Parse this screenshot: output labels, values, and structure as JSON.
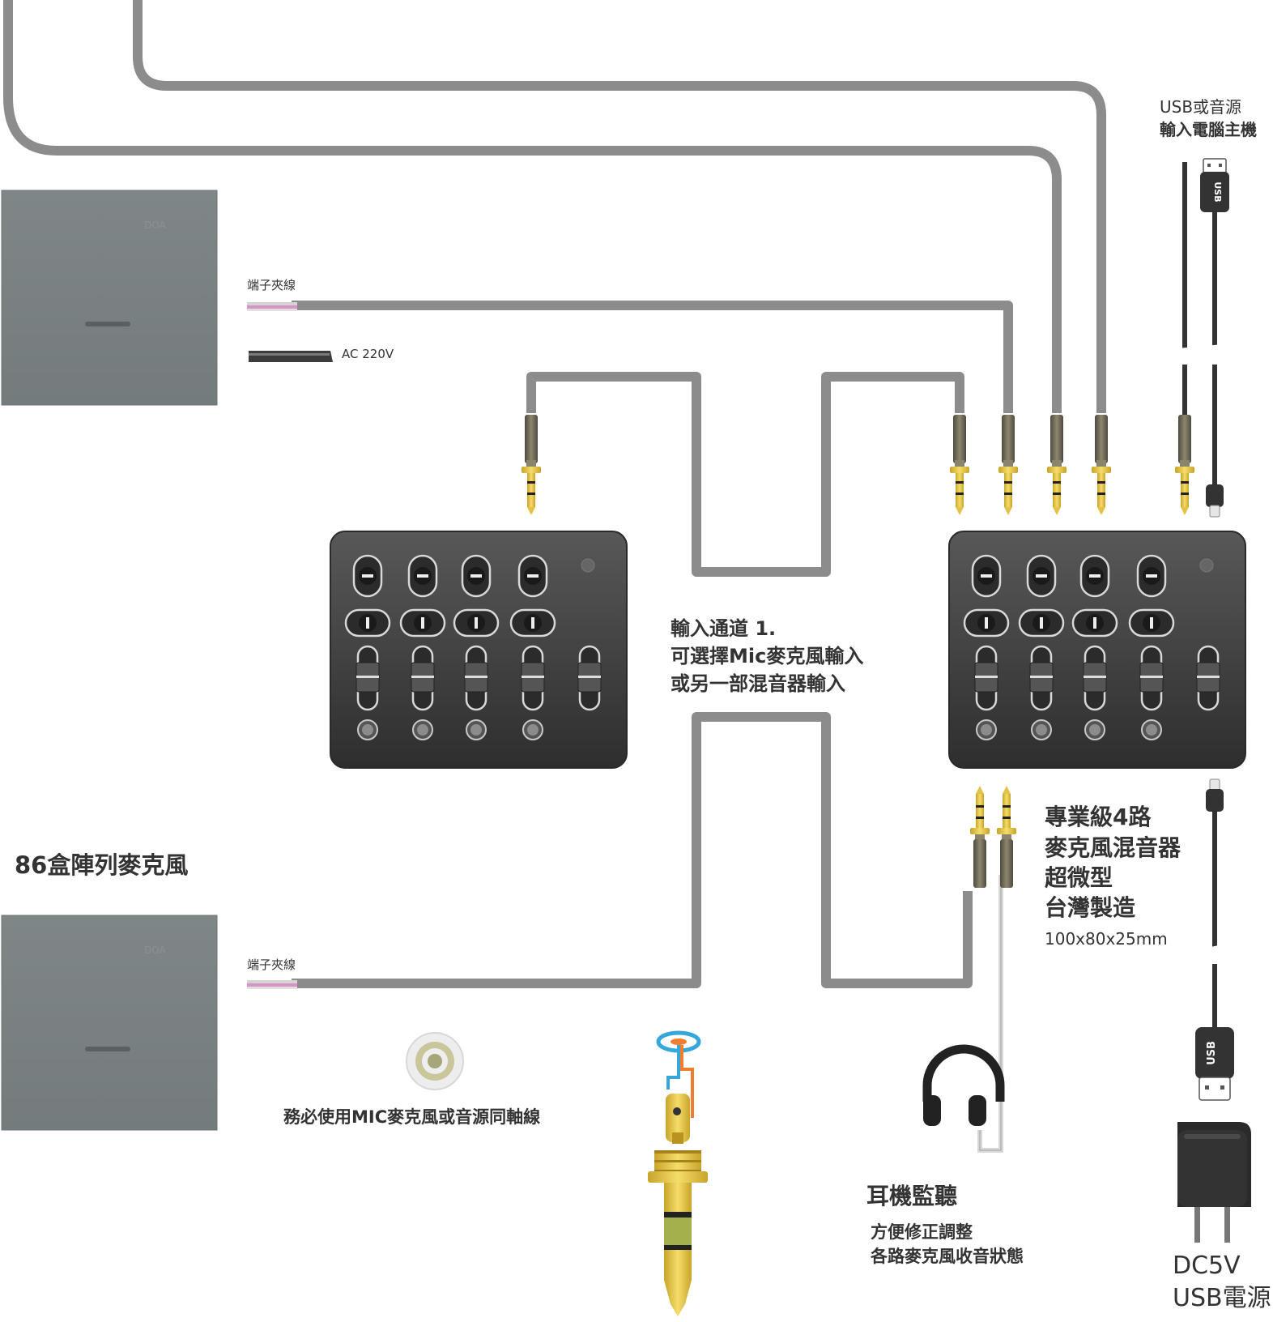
{
  "texts": {
    "usb_source_line1": "USB或音源",
    "usb_source_line2": "輸入電腦主機",
    "terminal_cable_top": "端子夾線",
    "ac_label": "AC 220V",
    "input_channel_line1": "輸入通道 1.",
    "input_channel_line2": "可選擇Mic麥克風輸入",
    "input_channel_line3": "或另一部混音器輸入",
    "array_mic": "86盒陣列麥克風",
    "terminal_cable_bottom": "端子夾線",
    "product_line1": "專業級4路",
    "product_line2": "麥克風混音器",
    "product_line3": "超微型",
    "product_line4": "台灣製造",
    "dimensions": "100x80x25mm",
    "coax_note": "務必使用MIC麥克風或音源同軸線",
    "headphone_title": "耳機監聽",
    "headphone_desc1": "方便修正調整",
    "headphone_desc2": "各路麥克風收音狀態",
    "power_line1": "DC5V",
    "power_line2": "USB電源",
    "usb_plug_text": "USB"
  },
  "mixers": [
    {
      "id": "left-mixer",
      "channels": 4
    },
    {
      "id": "right-mixer",
      "channels": 4
    }
  ],
  "colors": {
    "cable_gray": "#8c8c8c",
    "mixer_body": "#444444",
    "panel_gray": "#7b8284",
    "jack_gold": "#e3c24a",
    "jack_barrel": "#6f6a58",
    "usb_black": "#333333"
  }
}
